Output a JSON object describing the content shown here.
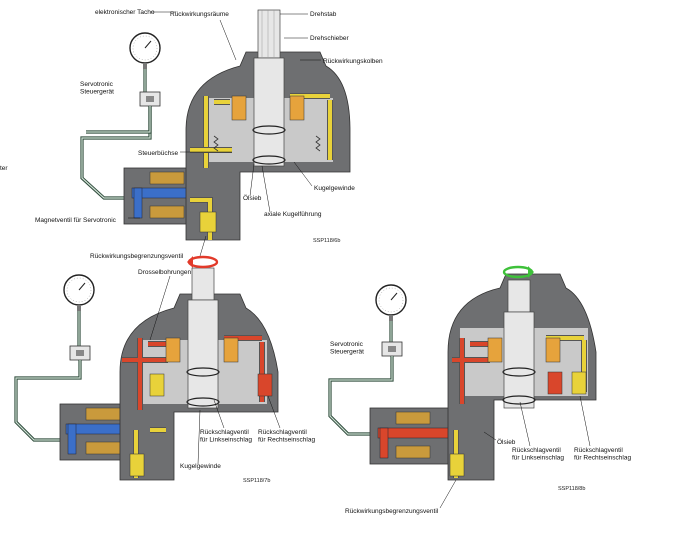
{
  "diagram_1": {
    "labels": {
      "tacho": "elektronischer Tacho",
      "steuergeraet": "Servotronic\nSteuergerät",
      "rueckwirkungsraeume": "Rückwirkungsräume",
      "drehstab": "Drehstab",
      "drehschieber": "Drehschieber",
      "rueckwirkungskolben": "Rückwirkungskolben",
      "steuerbuechse": "Steuerbüchse",
      "kugelgewinde": "Kugelgewinde",
      "oelsieb": "Ölsieb",
      "axiale_kugelfuehrung": "axiale Kugelführung",
      "magnetventil": "Magnetventil für Servotronic",
      "rueckwirkungsbegrenzungsventil": "Rückwirkungsbegrenzungsventil",
      "ref": "SSP118/6b",
      "edge_fragment": "ter"
    }
  },
  "diagram_2": {
    "labels": {
      "drosselbohrungen": "Drosselbohrungen",
      "rueckschlagventil_links": "Rückschlagventil\nfür Linkseinschlag",
      "rueckschlagventil_rechts": "Rückschlagventil\nfür Rechtseinschlag",
      "kugelgewinde": "Kugelgewinde",
      "ref": "SSP118/7b"
    }
  },
  "diagram_3": {
    "labels": {
      "steuergeraet": "Servotronic\nSteuergerät",
      "oelsieb": "Ölsieb",
      "rueckschlagventil_links": "Rückschlagventil\nfür Linkseinschlag",
      "rueckschlagventil_rechts": "Rückschlagventil\nfür Rechtseinschlag",
      "rueckwirkungsbegrenzungsventil": "Rückwirkungsbegrenzungsventil",
      "ref": "SSP118/8b"
    }
  },
  "colors": {
    "housing": "#6e6f71",
    "oil_return": "#e8d23a",
    "oil_pressure": "#d9462b",
    "solenoid_coil": "#c99a3c",
    "plunger": "#3b6fc9",
    "rotate_arrow_left": "#e23a2a",
    "rotate_arrow_right": "#3ec13a"
  },
  "icons": [
    "gauge-icon",
    "control-unit-icon",
    "rotation-arrow-icon"
  ]
}
